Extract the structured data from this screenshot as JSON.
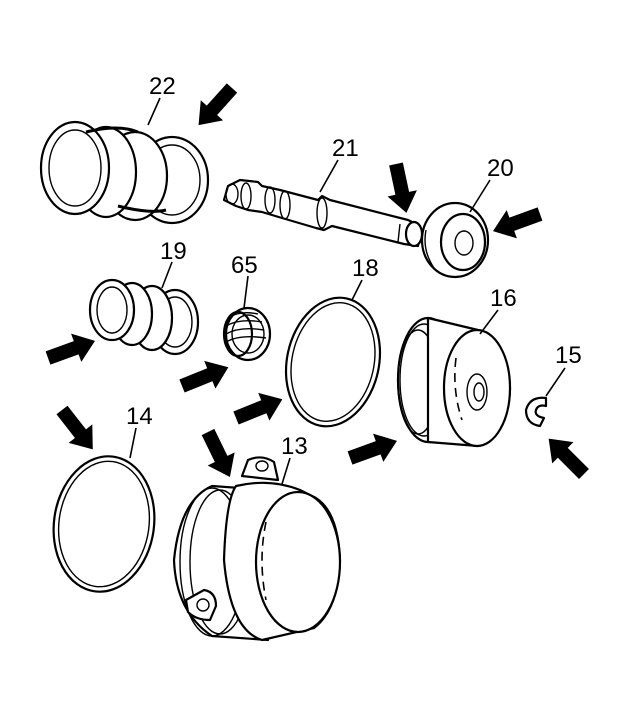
{
  "diagram": {
    "callouts": {
      "c22": "22",
      "c21": "21",
      "c20": "20",
      "c19": "19",
      "c65": "65",
      "c18": "18",
      "c16": "16",
      "c15": "15",
      "c14": "14",
      "c13": "13"
    },
    "colors": {
      "line": "#000000",
      "background": "#ffffff"
    }
  }
}
